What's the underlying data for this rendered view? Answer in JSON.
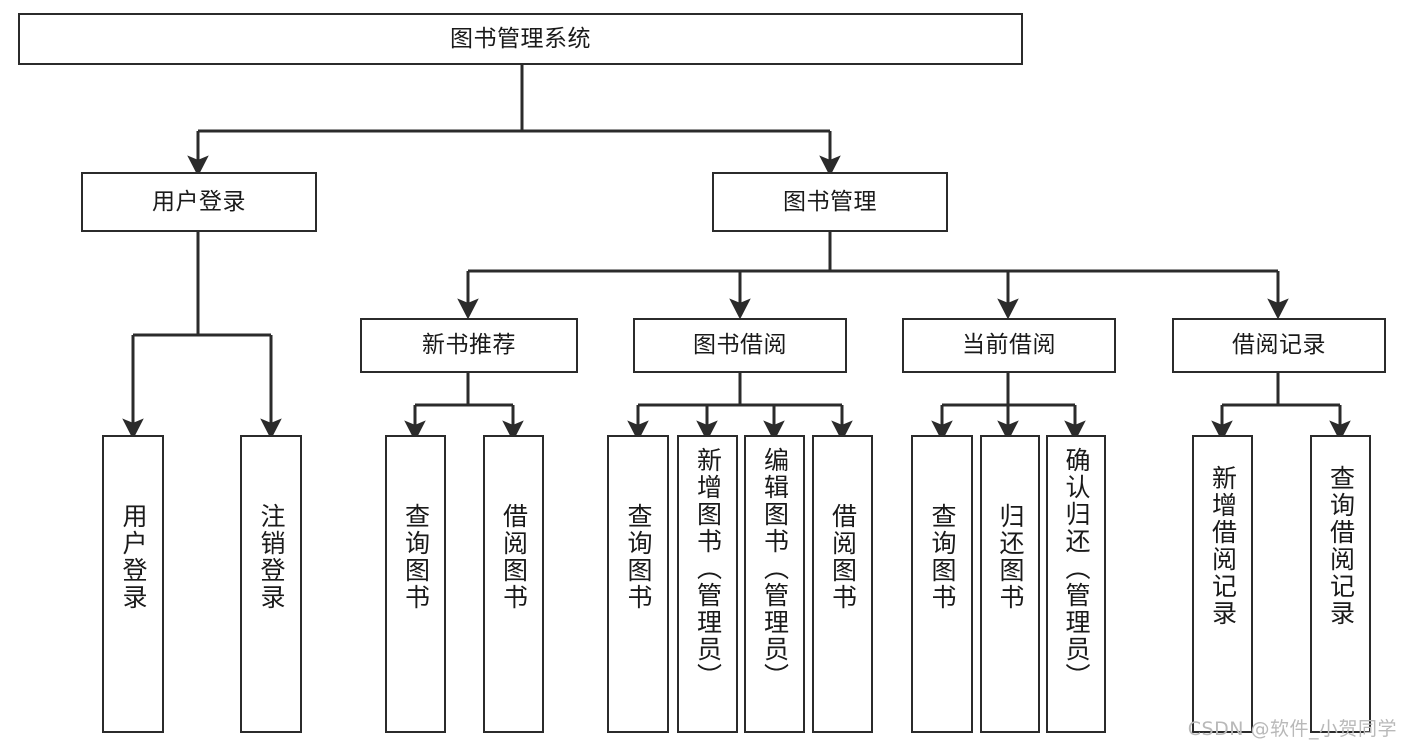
{
  "diagram": {
    "title": "图书管理系统",
    "type": "tree",
    "stroke_color": "#2b2b2b",
    "fill_color": "#ffffff",
    "text_color": "#1a1a1a"
  },
  "nodes": {
    "root": {
      "label": "图书管理系统"
    },
    "tier2": [
      {
        "label": "用户登录"
      },
      {
        "label": "图书管理"
      }
    ],
    "tier3": [
      {
        "label": "新书推荐"
      },
      {
        "label": "图书借阅"
      },
      {
        "label": "当前借阅"
      },
      {
        "label": "借阅记录"
      }
    ],
    "leaves_user_login": [
      {
        "label": "用户登录"
      },
      {
        "label": "注销登录"
      }
    ],
    "leaves_new_book": [
      {
        "label": "查询图书"
      },
      {
        "label": "借阅图书"
      }
    ],
    "leaves_borrow": [
      {
        "label": "查询图书"
      },
      {
        "label": "新增图书（管理员）"
      },
      {
        "label": "编辑图书（管理员）"
      },
      {
        "label": "借阅图书"
      }
    ],
    "leaves_current": [
      {
        "label": "查询图书"
      },
      {
        "label": "归还图书"
      },
      {
        "label": "确认归还（管理员）"
      }
    ],
    "leaves_records": [
      {
        "label": "新增借阅记录"
      },
      {
        "label": "查询借阅记录"
      }
    ]
  },
  "watermark": {
    "text": "CSDN @软件_小贺同学"
  }
}
